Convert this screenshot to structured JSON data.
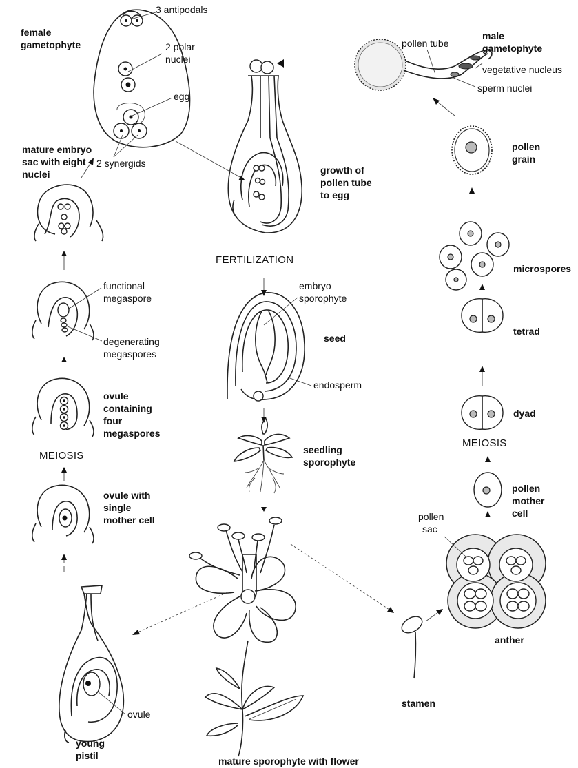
{
  "female": {
    "female_gametophyte": [
      "female",
      "gametophyte"
    ],
    "antipodals": "3 antipodals",
    "polar_nuclei": [
      "2 polar",
      "nuclei"
    ],
    "egg": "egg",
    "synergids": "2 synergids",
    "mature_embryo_sac": [
      "mature embryo",
      "sac with eight",
      "nuclei"
    ],
    "functional_megaspore": [
      "functional",
      "megaspore"
    ],
    "degenerating_megaspores": [
      "degenerating",
      "megaspores"
    ],
    "ovule_four": [
      "ovule",
      "containing",
      "four",
      "megaspores"
    ],
    "meiosis": "MEIOSIS",
    "ovule_single": [
      "ovule with",
      "single",
      "mother cell"
    ],
    "ovule": "ovule",
    "young_pistil": [
      "young",
      "pistil"
    ]
  },
  "center": {
    "growth_pollen_tube": [
      "growth of",
      "pollen tube",
      "to egg"
    ],
    "fertilization": "FERTILIZATION",
    "embryo_sporophyte": [
      "embryo",
      "sporophyte"
    ],
    "seed": "seed",
    "endosperm": "endosperm",
    "seedling": [
      "seedling",
      "sporophyte"
    ],
    "mature_sporophyte": "mature sporophyte with flower"
  },
  "male": {
    "pollen_tube": "pollen tube",
    "male_gametophyte": [
      "male",
      "gametophyte"
    ],
    "vegetative_nucleus": "vegetative nucleus",
    "sperm_nuclei": "sperm nuclei",
    "pollen_grain": [
      "pollen",
      "grain"
    ],
    "microspores": "microspores",
    "tetrad": "tetrad",
    "dyad": "dyad",
    "meiosis": "MEIOSIS",
    "pollen_mother_cell": [
      "pollen",
      "mother",
      "cell"
    ],
    "pollen_sac": [
      "pollen",
      "sac"
    ],
    "anther": "anther",
    "stamen": "stamen"
  }
}
